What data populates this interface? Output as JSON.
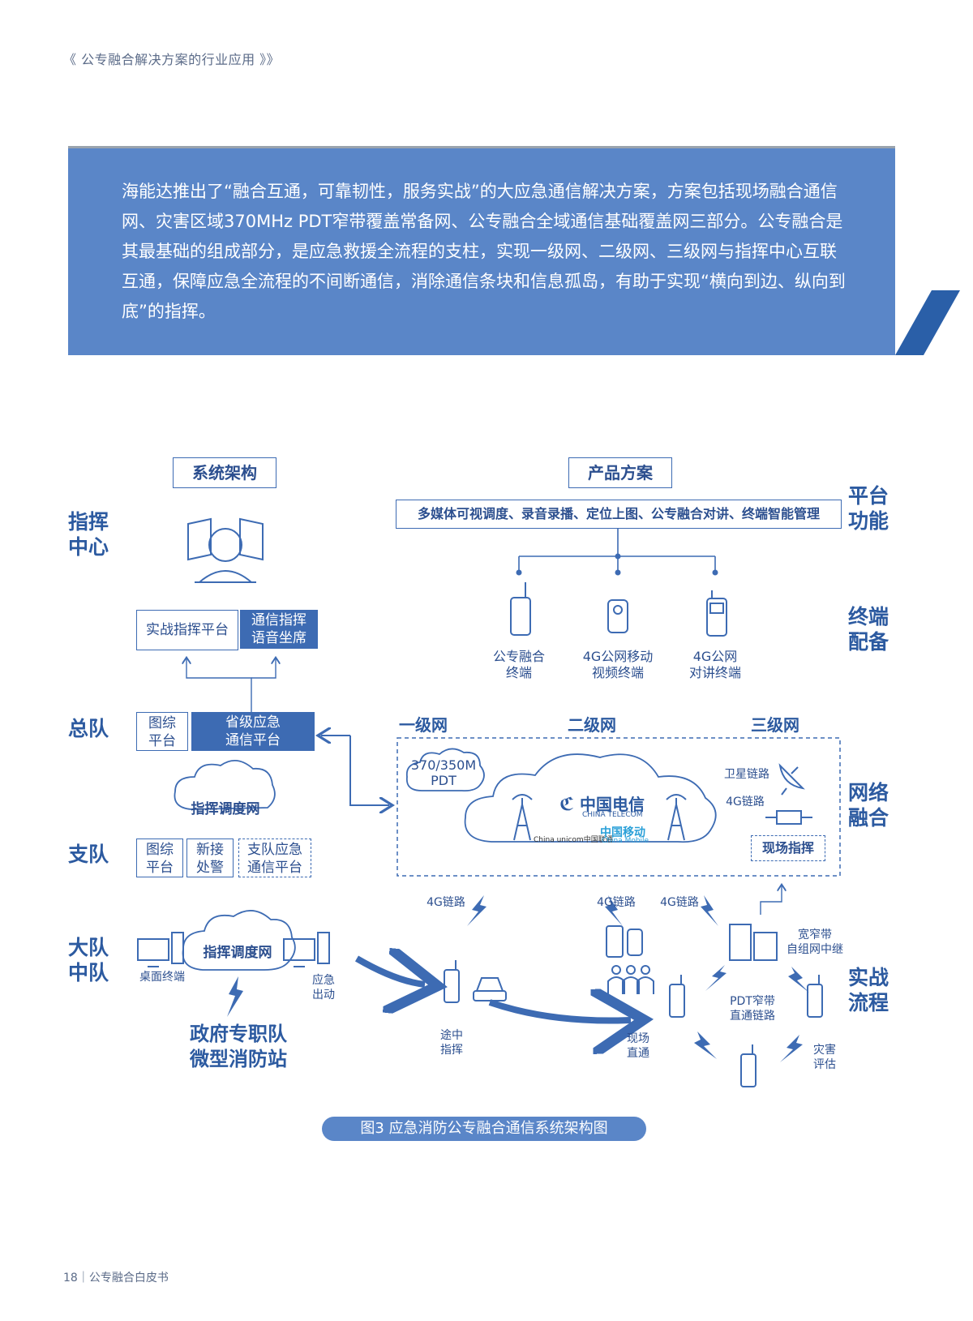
{
  "header": {
    "title": "《 公专融合解决方案的行业应用 》》"
  },
  "intro": {
    "text": "海能达推出了“融合互通，可靠韧性，服务实战”的大应急通信解决方案，方案包括现场融合通信网、灾害区域370MHz PDT窄带覆盖常备网、公专融合全域通信基础覆盖网三部分。公专融合是其最基础的组成部分，是应急救援全流程的支柱，实现一级网、二级网、三级网与指挥中心互联互通，保障应急全流程的不间断通信，消除通信条块和信息孤岛，有助于实现“横向到边、纵向到底”的指挥。"
  },
  "diagram": {
    "section_system": "系统架构",
    "section_product": "产品方案",
    "left_labels": {
      "command_center": "指挥\n中心",
      "zongdui": "总队",
      "zhidui": "支队",
      "dadui": "大队\n中队"
    },
    "right_labels": {
      "platform_function": "平台\n功能",
      "terminal": "终端\n配备",
      "network": "网络\n融合",
      "practice": "实战\n流程"
    },
    "command": {
      "platform": "实战指挥平台",
      "voice_seat": "通信指挥\n语音坐席"
    },
    "zongdui": {
      "tuzong": "图综\n平台",
      "provincial": "省级应急\n通信平台"
    },
    "dispatch_net": "指挥调度网",
    "zhidui": {
      "tuzong": "图综\n平台",
      "xinjie": "新接\n处警",
      "zhidui_platform": "支队应急\n通信平台"
    },
    "dadui": {
      "dispatch_net": "指挥调度网",
      "desktop": "桌面终端",
      "response": "应急\n出动",
      "gov_team": "政府专职队\n微型消防站"
    },
    "platform_functions": "多媒体可视调度、录音录播、定位上图、公专融合对讲、终端智能管理",
    "terminals": [
      {
        "label": "公专融合\n终端",
        "icon": "radio-handset-icon"
      },
      {
        "label": "4G公网移动\n视频终端",
        "icon": "body-camera-icon"
      },
      {
        "label": "4G公网\n对讲终端",
        "icon": "walkie-talkie-icon"
      }
    ],
    "networks": {
      "level1": "一级网",
      "level2": "二级网",
      "level3": "三级网",
      "pdt": "370/350M\nPDT",
      "satellite": "卫星链路",
      "link_4g": "4G链路",
      "onsite": "现场指挥",
      "telecom": "中国电信",
      "telecom_en": "CHINA TELECOM",
      "unicom": "China unicom中国联通",
      "mobile": "中国移动",
      "mobile_en": "China Mobile"
    },
    "practice": {
      "link_4g_a": "4G链路",
      "link_4g_b": "4G链路",
      "link_4g_c": "4G链路",
      "enroute": "途中\n指挥",
      "onsite_direct": "现场\n直通",
      "relay": "宽窄带\n自组网中继",
      "pdt_direct": "PDT窄带\n直通链路",
      "disaster": "灾害\n评估"
    },
    "caption": "图3 应急消防公专融合通信系统架构图"
  },
  "footer": {
    "text": "18｜公专融合白皮书"
  },
  "colors": {
    "primary": "#5a86c8",
    "dark": "#3d6bb3",
    "accent": "#2a5fa8"
  }
}
